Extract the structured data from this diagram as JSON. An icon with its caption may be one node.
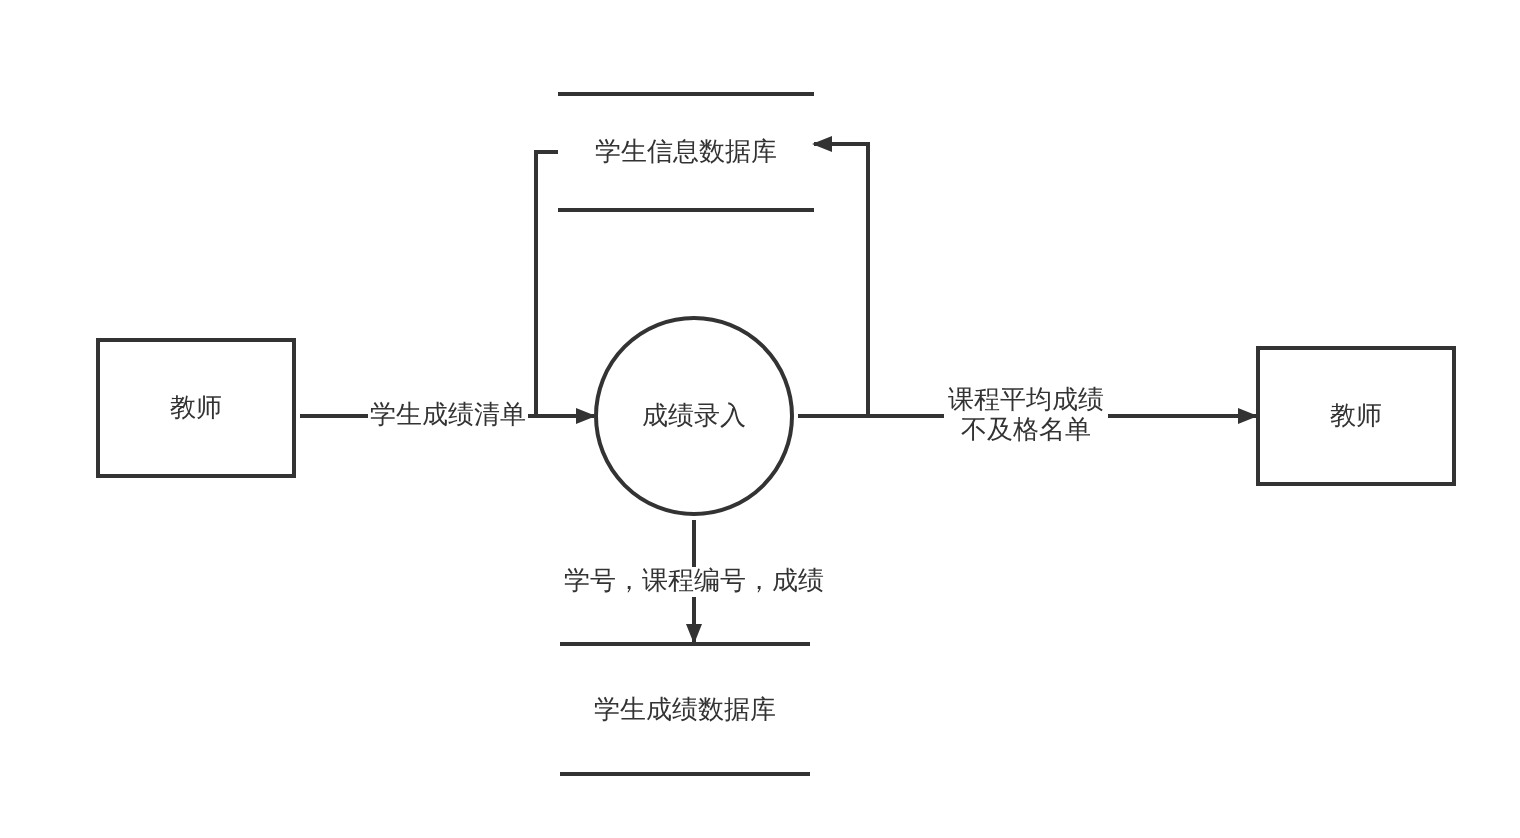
{
  "diagram": {
    "nodes": [
      {
        "text": [
          "教师"
        ]
      },
      {
        "text": [
          "学生信息数据库"
        ]
      },
      {
        "text": [
          "成绩录入"
        ]
      },
      {
        "text": [
          "教师"
        ]
      },
      {
        "text": [
          "学生成绩数据库"
        ]
      }
    ],
    "edges": [
      {
        "from": 0,
        "to": 2,
        "arrow": "to",
        "label": "学生成绩清单"
      },
      {
        "from": 0,
        "to": 1,
        "arrow": "none"
      },
      {
        "from": 2,
        "to": 1,
        "arrow": "to"
      },
      {
        "from": 2,
        "to": 3,
        "arrow": "to",
        "label": "课程平均成绩不及格名单"
      },
      {
        "from": 2,
        "to": 4,
        "arrow": "to",
        "label": "学号，课程编号，成绩"
      }
    ]
  }
}
